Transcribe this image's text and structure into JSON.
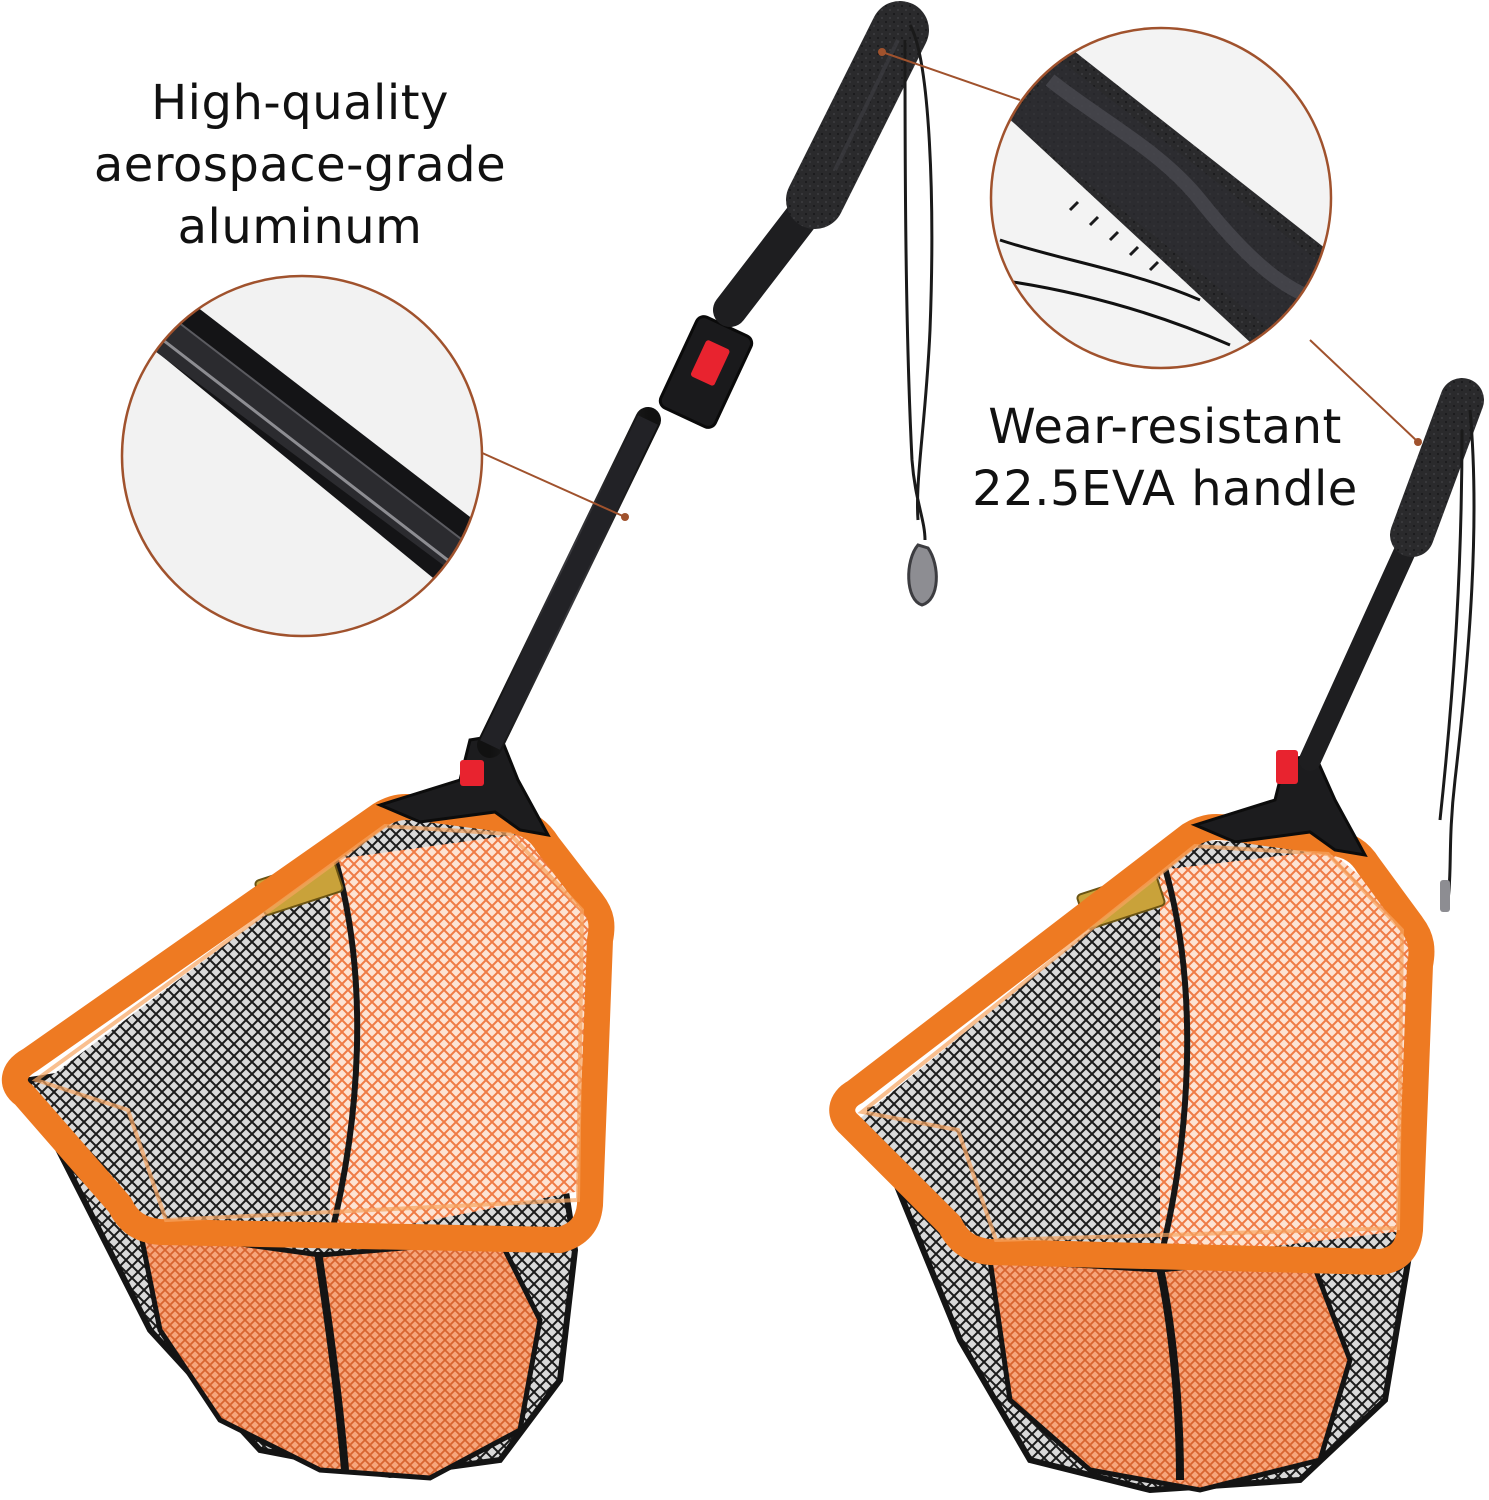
{
  "captions": {
    "aluminum": {
      "lines": [
        "High-quality",
        "aerospace-grade",
        "aluminum"
      ]
    },
    "handle": {
      "lines": [
        "Wear-resistant",
        "22.5EVA handle"
      ]
    }
  },
  "colors": {
    "hoop_orange": "#ee7a22",
    "net_orange": "#f28a55",
    "net_black": "#1b1b1b",
    "pole_black": "#1e1e20",
    "release_button_red": "#e8232f",
    "callout_line": "#a0522d"
  },
  "icons": {
    "left_inset": "aluminum-pole-closeup",
    "right_inset": "eva-handle-closeup"
  }
}
